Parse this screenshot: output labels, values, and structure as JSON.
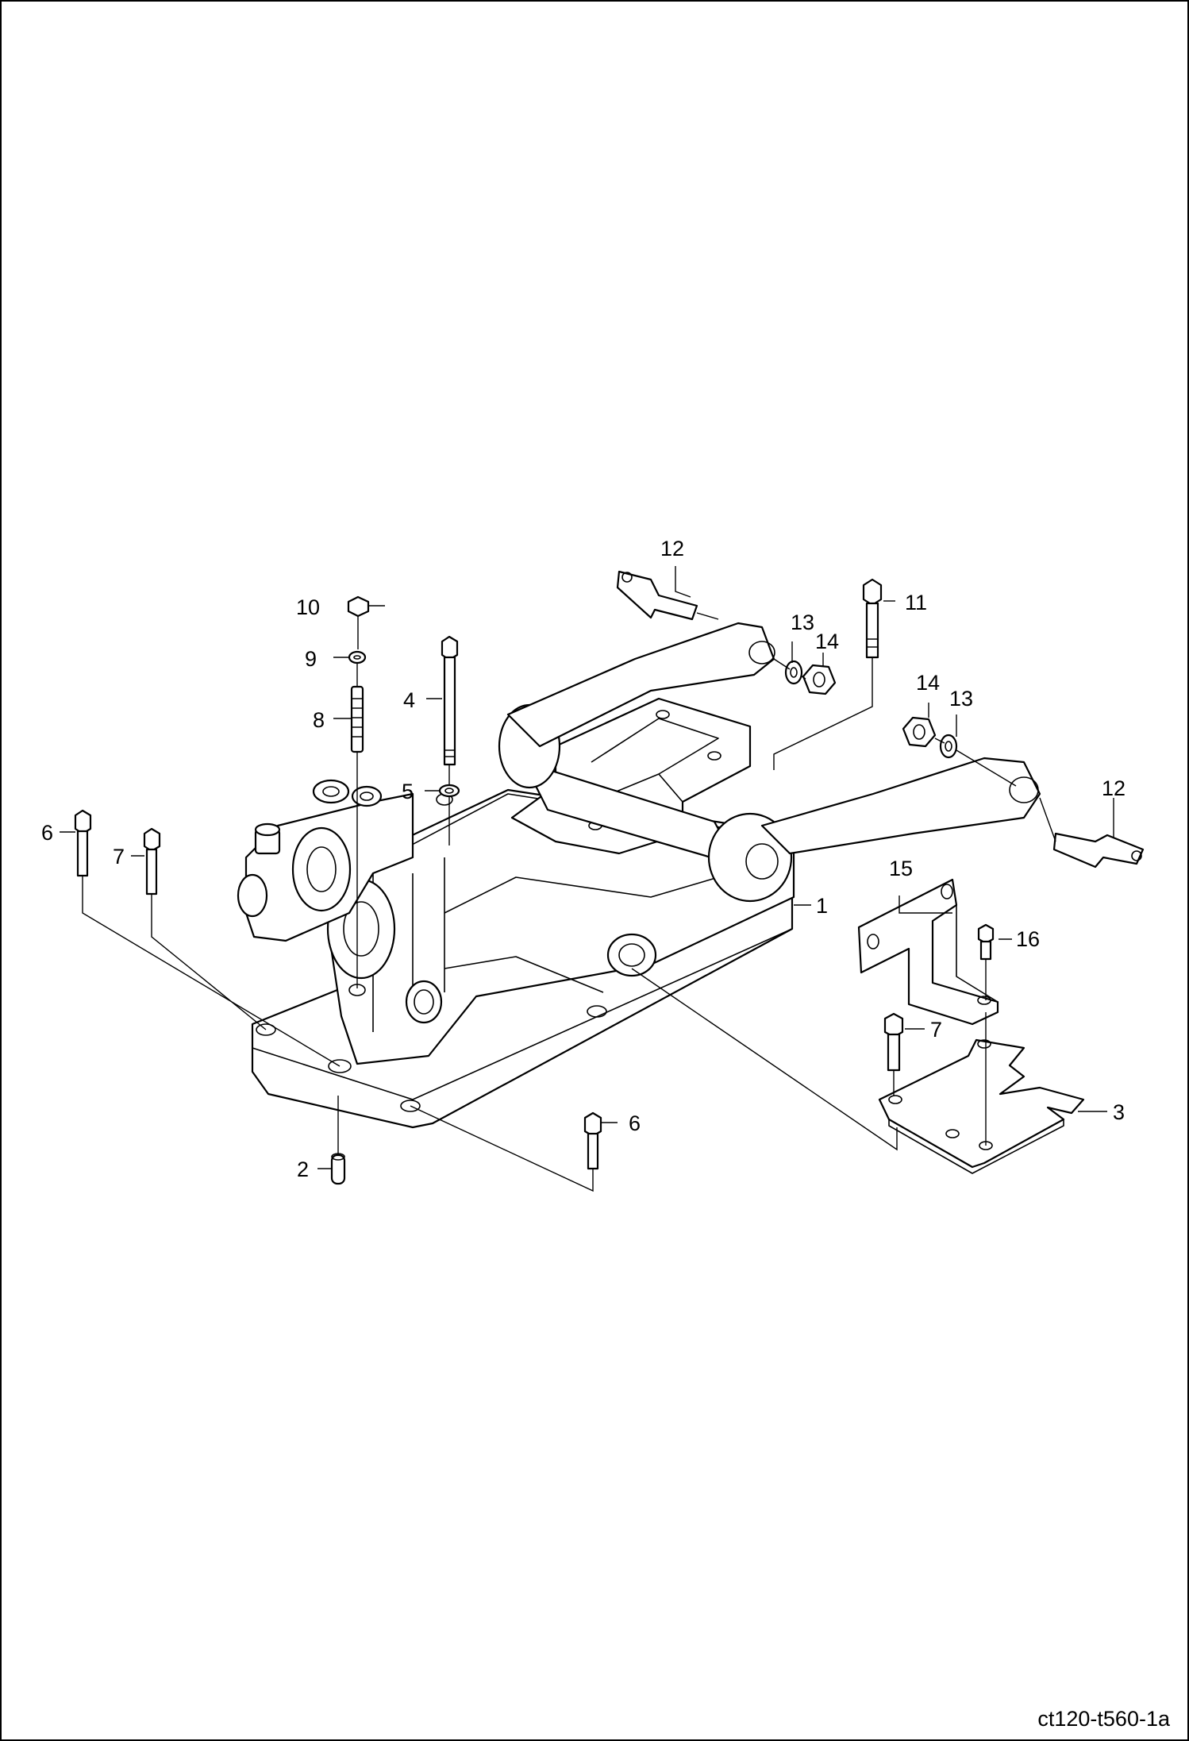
{
  "diagram": {
    "callouts": {
      "c1": "1",
      "c2": "2",
      "c3": "3",
      "c4": "4",
      "c5": "5",
      "c6a": "6",
      "c6b": "6",
      "c7a": "7",
      "c7b": "7",
      "c8": "8",
      "c9": "9",
      "c10": "10",
      "c11": "11",
      "c12a": "12",
      "c12b": "12",
      "c13a": "13",
      "c13b": "13",
      "c14a": "14",
      "c14b": "14",
      "c15": "15",
      "c16": "16"
    },
    "document_code": "ct120-t560-1a"
  }
}
